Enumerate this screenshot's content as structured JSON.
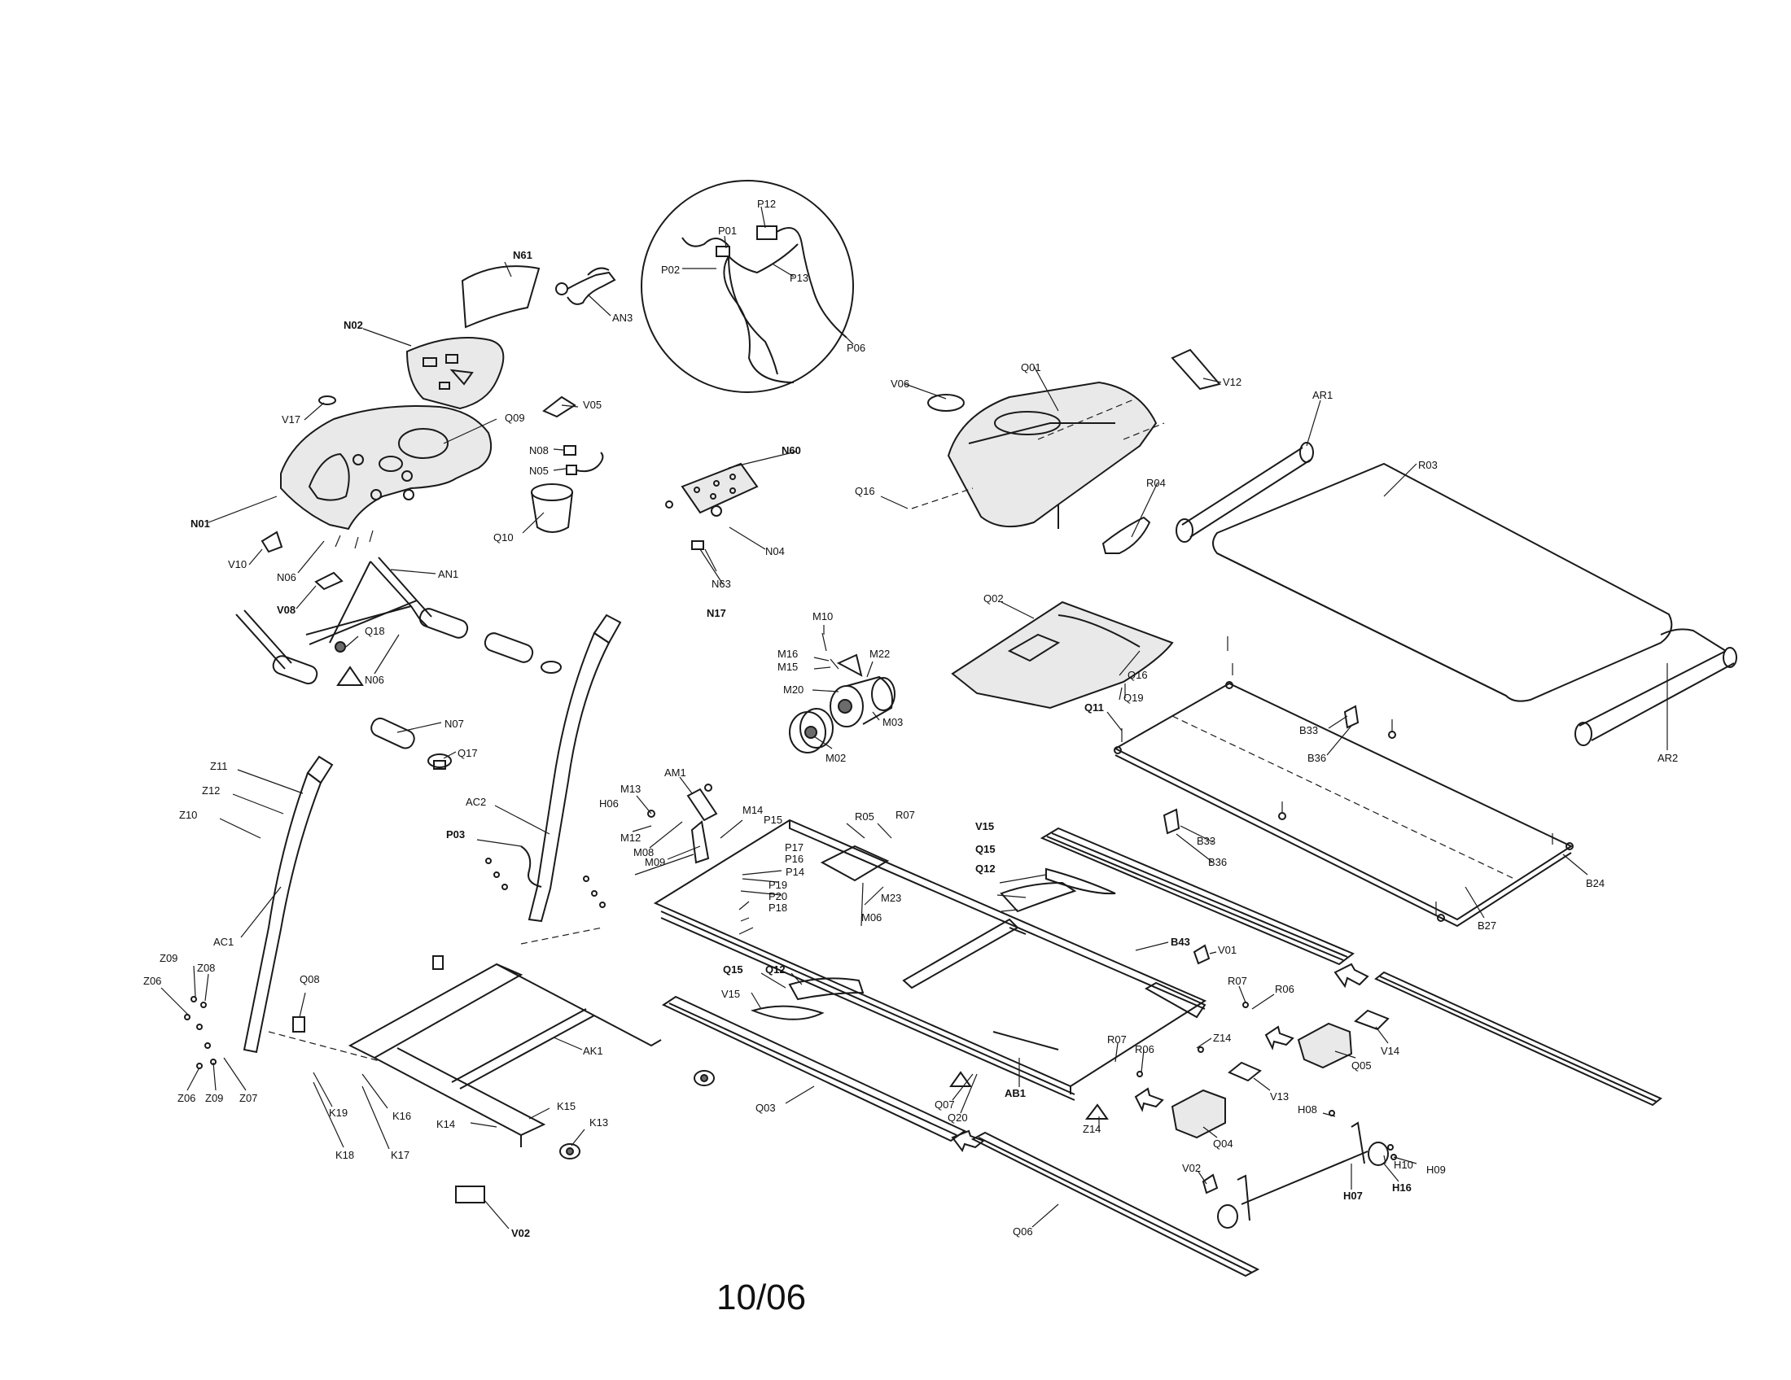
{
  "footer": {
    "date": "10/06"
  },
  "callouts": {
    "N61": "N61",
    "AN3": "AN3",
    "N02": "N02",
    "V17": "V17",
    "Q09": "Q09",
    "V05": "V05",
    "N08": "N08",
    "N05": "N05",
    "N01": "N01",
    "Q10": "Q10",
    "V10": "V10",
    "N06a": "N06",
    "V08": "V08",
    "AN1": "AN1",
    "Q18": "Q18",
    "N06b": "N06",
    "N07": "N07",
    "Q17": "Q17",
    "P12": "P12",
    "P01": "P01",
    "P02": "P02",
    "P13": "P13",
    "P06": "P06",
    "N60": "N60",
    "N04": "N04",
    "N63": "N63",
    "N17": "N17",
    "V06": "V06",
    "Q01": "Q01",
    "V12": "V12",
    "AR1": "AR1",
    "Q16a": "Q16",
    "R04": "R04",
    "R03": "R03",
    "Q02": "Q02",
    "Q16b": "Q16",
    "Q19": "Q19",
    "Q11": "Q11",
    "B33a": "B33",
    "B36a": "B36",
    "AR2": "AR2",
    "M10": "M10",
    "M16": "M16",
    "M15": "M15",
    "M22": "M22",
    "M20": "M20",
    "M03": "M03",
    "M02": "M02",
    "Z11": "Z11",
    "Z12": "Z12",
    "Z10": "Z10",
    "AC2": "AC2",
    "P03": "P03",
    "AC1": "AC1",
    "AM1": "AM1",
    "M13": "M13",
    "H06": "H06",
    "M12": "M12",
    "M14": "M14",
    "P15": "P15",
    "M08": "M08",
    "M09": "M09",
    "P17": "P17",
    "P16": "P16",
    "P14": "P14",
    "P19": "P19",
    "P20": "P20",
    "P18": "P18",
    "R05": "R05",
    "R07a": "R07",
    "M23": "M23",
    "M06": "M06",
    "V15a": "V15",
    "Q15a": "Q15",
    "Q12a": "Q12",
    "B33b": "B33",
    "B36b": "B36",
    "B24": "B24",
    "B27": "B27",
    "B43": "B43",
    "V01": "V01",
    "Z09a": "Z09",
    "Z08": "Z08",
    "Z06a": "Z06",
    "Q08": "Q08",
    "Z06b": "Z06",
    "Z09b": "Z09",
    "Z07": "Z07",
    "Q15b": "Q15",
    "Q12b": "Q12",
    "V15b": "V15",
    "R07b": "R07",
    "R06a": "R06",
    "Z14a": "Z14",
    "V14": "V14",
    "Q05": "Q05",
    "AK1": "AK1",
    "K19": "K19",
    "K16": "K16",
    "K15": "K15",
    "K14": "K14",
    "K13": "K13",
    "K18": "K18",
    "K17": "K17",
    "Q03": "Q03",
    "Q07": "Q07",
    "Q20": "Q20",
    "AB1": "AB1",
    "R07c": "R07",
    "R06b": "R06",
    "V13": "V13",
    "Z14b": "Z14",
    "Q04": "Q04",
    "H08": "H08",
    "V02a": "V02",
    "H10": "H10",
    "H09": "H09",
    "H07": "H07",
    "H16": "H16",
    "Q06": "Q06",
    "V02b": "V02"
  }
}
